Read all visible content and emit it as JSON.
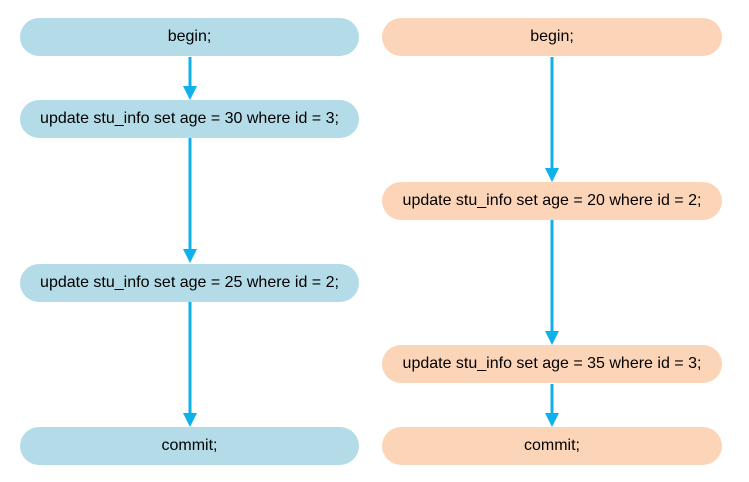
{
  "colors": {
    "left_fill": "#b4dce8",
    "right_fill": "#fcd5b8",
    "arrow": "#0fb1ea"
  },
  "left": {
    "steps": [
      "begin;",
      "update stu_info set age = 30 where id = 3;",
      "update stu_info set age = 25 where id = 2;",
      "commit;"
    ]
  },
  "right": {
    "steps": [
      "begin;",
      "update stu_info set age = 20 where id = 2;",
      "update stu_info set age = 35 where id = 3;",
      "commit;"
    ]
  }
}
